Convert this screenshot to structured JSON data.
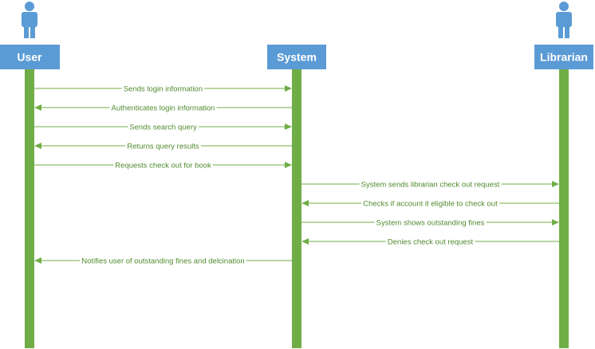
{
  "colors": {
    "actor_box": "#5b9bd5",
    "actor_icon": "#5b9bd5",
    "lifeline": "#70ad47",
    "message_line": "#70ad47",
    "message_text": "#4f8a2c",
    "background": "#ffffff"
  },
  "actors": [
    {
      "id": "user",
      "name": "User",
      "icon": "person-icon"
    },
    {
      "id": "system",
      "name": "System"
    },
    {
      "id": "librarian",
      "name": "Librarian",
      "icon": "person-icon"
    }
  ],
  "messages": [
    {
      "from": "user",
      "to": "system",
      "label": "Sends login information"
    },
    {
      "from": "system",
      "to": "user",
      "label": "Authenticates login information"
    },
    {
      "from": "user",
      "to": "system",
      "label": "Sends search query"
    },
    {
      "from": "system",
      "to": "user",
      "label": "Returns query results"
    },
    {
      "from": "user",
      "to": "system",
      "label": "Requests check out for book"
    },
    {
      "from": "system",
      "to": "librarian",
      "label": "System sends librarian check out request"
    },
    {
      "from": "librarian",
      "to": "system",
      "label": "Checks if account it eligible to check out"
    },
    {
      "from": "system",
      "to": "librarian",
      "label": "System shows outstanding fines"
    },
    {
      "from": "librarian",
      "to": "system",
      "label": "Denies check out request"
    },
    {
      "from": "system",
      "to": "user",
      "label": "Notifies user of outstanding fines and delcination"
    }
  ]
}
